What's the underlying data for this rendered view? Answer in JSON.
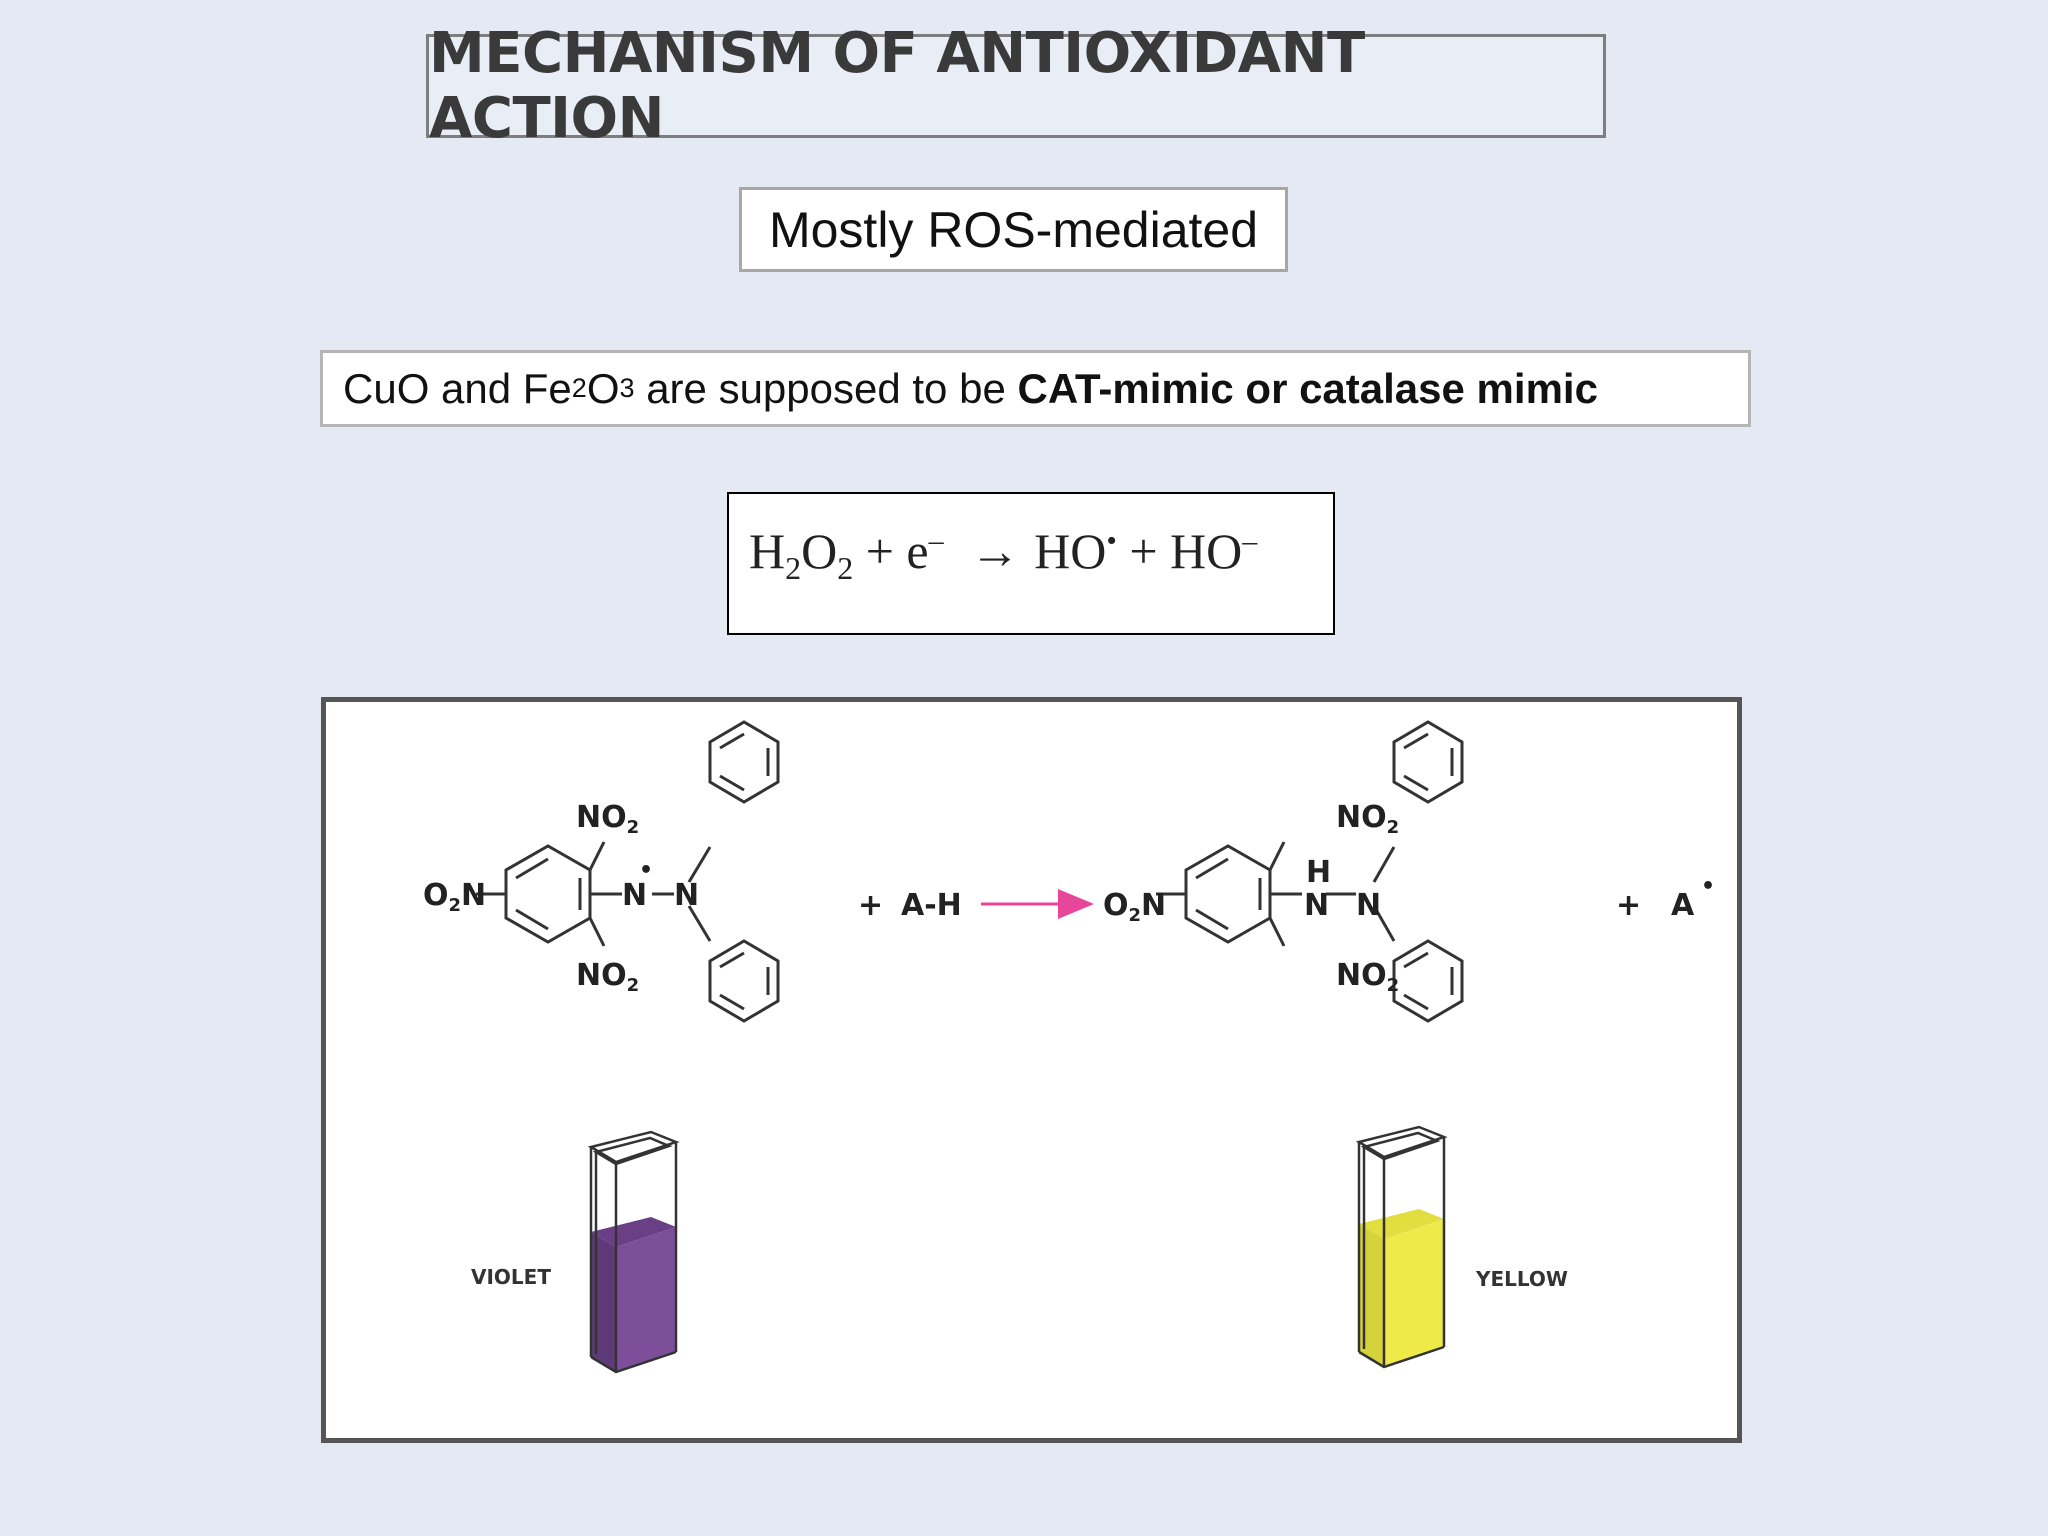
{
  "slide": {
    "title": "MECHANISM OF ANTIOXIDANT ACTION",
    "subtitle": "Mostly ROS-mediated"
  },
  "statement": {
    "part1": "CuO and Fe",
    "sub1": "2",
    "part2": "O",
    "sub2": "3",
    "part3": " are supposed to be ",
    "bold": "CAT-mimic or catalase mimic"
  },
  "equation": {
    "h": "H",
    "h_sub": "2",
    "o": "O",
    "o_sub": "2",
    "plus1": "+ e",
    "e_sup": "–",
    "arrow": "→",
    "radical": "HO",
    "radical_sup": "•",
    "plus2": "+ HO",
    "ion_sup": "–"
  },
  "diagram": {
    "left_molecule": {
      "no2_top": "NO",
      "no2_bottom": "NO",
      "o2n": "O",
      "subscript": "2",
      "n_radical": "N",
      "n_amine": "N",
      "radical_dot": "•"
    },
    "plus_reactant": "+",
    "reactant": "A-H",
    "right_molecule": {
      "no2_top": "NO",
      "no2_bottom": "NO",
      "o2n": "O",
      "subscript": "2",
      "h": "H",
      "n_left": "N",
      "n_right": "N"
    },
    "plus_product": "+",
    "product": "A",
    "product_dot": "•",
    "left_cuvette_label": "VIOLET",
    "right_cuvette_label": "YELLOW",
    "colors": {
      "violet": "#7d4f9a",
      "violet_dark": "#5e3a78",
      "yellow": "#eeea49",
      "yellow_dark": "#d6d23a",
      "arrow": "#e8469b"
    }
  }
}
